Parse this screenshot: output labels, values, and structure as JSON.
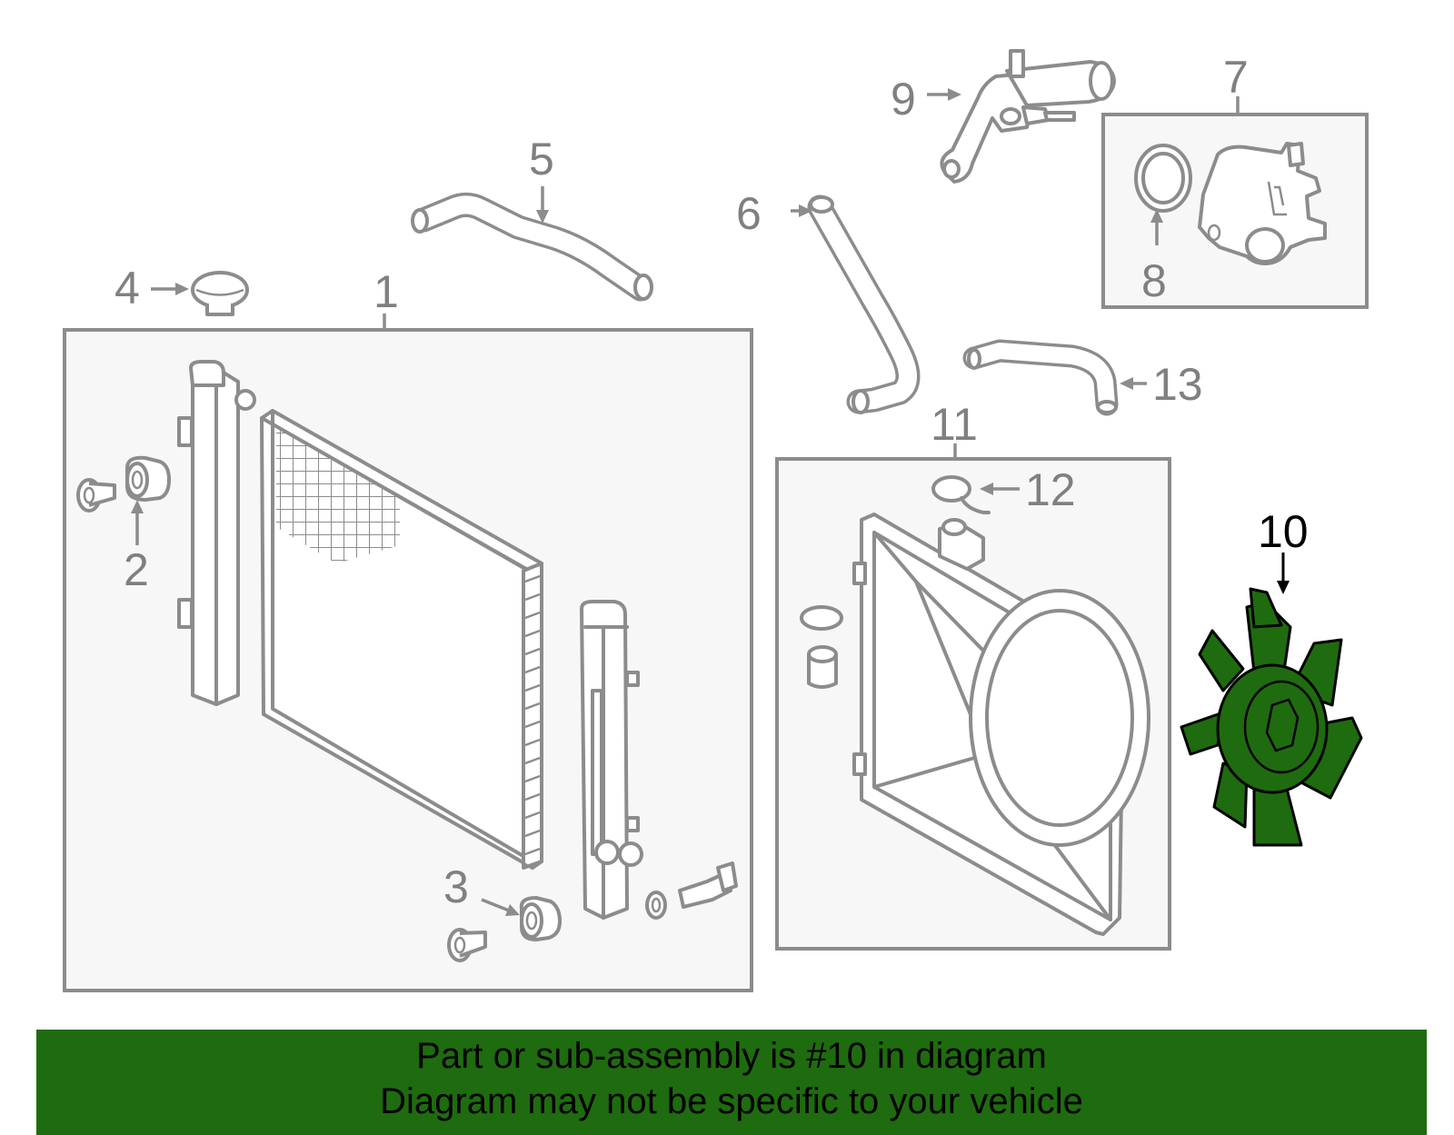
{
  "callouts": {
    "c1": "1",
    "c2": "2",
    "c3": "3",
    "c4": "4",
    "c5": "5",
    "c6": "6",
    "c7": "7",
    "c8": "8",
    "c9": "9",
    "c10": "10",
    "c11": "11",
    "c12": "12",
    "c13": "13"
  },
  "highlight_color": "#1f6b0f",
  "banner": {
    "line1": "Part or sub-assembly is #10 in diagram",
    "line2": "Diagram may not be specific to your vehicle"
  }
}
